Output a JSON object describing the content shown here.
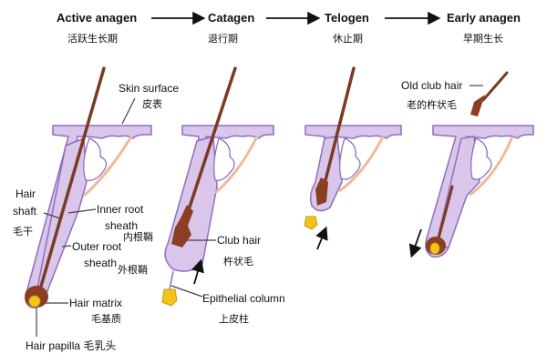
{
  "stages": [
    {
      "en": "Active anagen",
      "cn": "活跃生长期"
    },
    {
      "en": "Catagen",
      "cn": "退行期"
    },
    {
      "en": "Telogen",
      "cn": "休止期"
    },
    {
      "en": "Early anagen",
      "cn": "早期生长"
    }
  ],
  "labels": {
    "skin_surface": {
      "en": "Skin surface",
      "cn": "皮表"
    },
    "hair_shaft": {
      "en1": "Hair",
      "en2": "shaft",
      "cn": "毛干"
    },
    "inner_root_sheath": {
      "en1": "Inner root",
      "en2": "sheath",
      "cn": "内根鞘"
    },
    "outer_root_sheath": {
      "en1": "Outer root",
      "en2": "sheath",
      "cn": "外根鞘"
    },
    "hair_matrix": {
      "en": "Hair matrix",
      "cn": "毛基质"
    },
    "hair_papilla": {
      "en": "Hair papilla 毛乳头"
    },
    "club_hair": {
      "en": "Club hair",
      "cn": "杵状毛"
    },
    "epithelial_column": {
      "en": "Epithelial column",
      "cn": "上皮柱"
    },
    "old_club_hair": {
      "en": "Old club hair",
      "cn": "老的杵状毛"
    }
  },
  "colors": {
    "skin": "#d9c6ea",
    "outline": "#8e6fc0",
    "hair": "#7a3b25",
    "papilla": "#f5c21b",
    "muscle": "#f0b89a"
  }
}
